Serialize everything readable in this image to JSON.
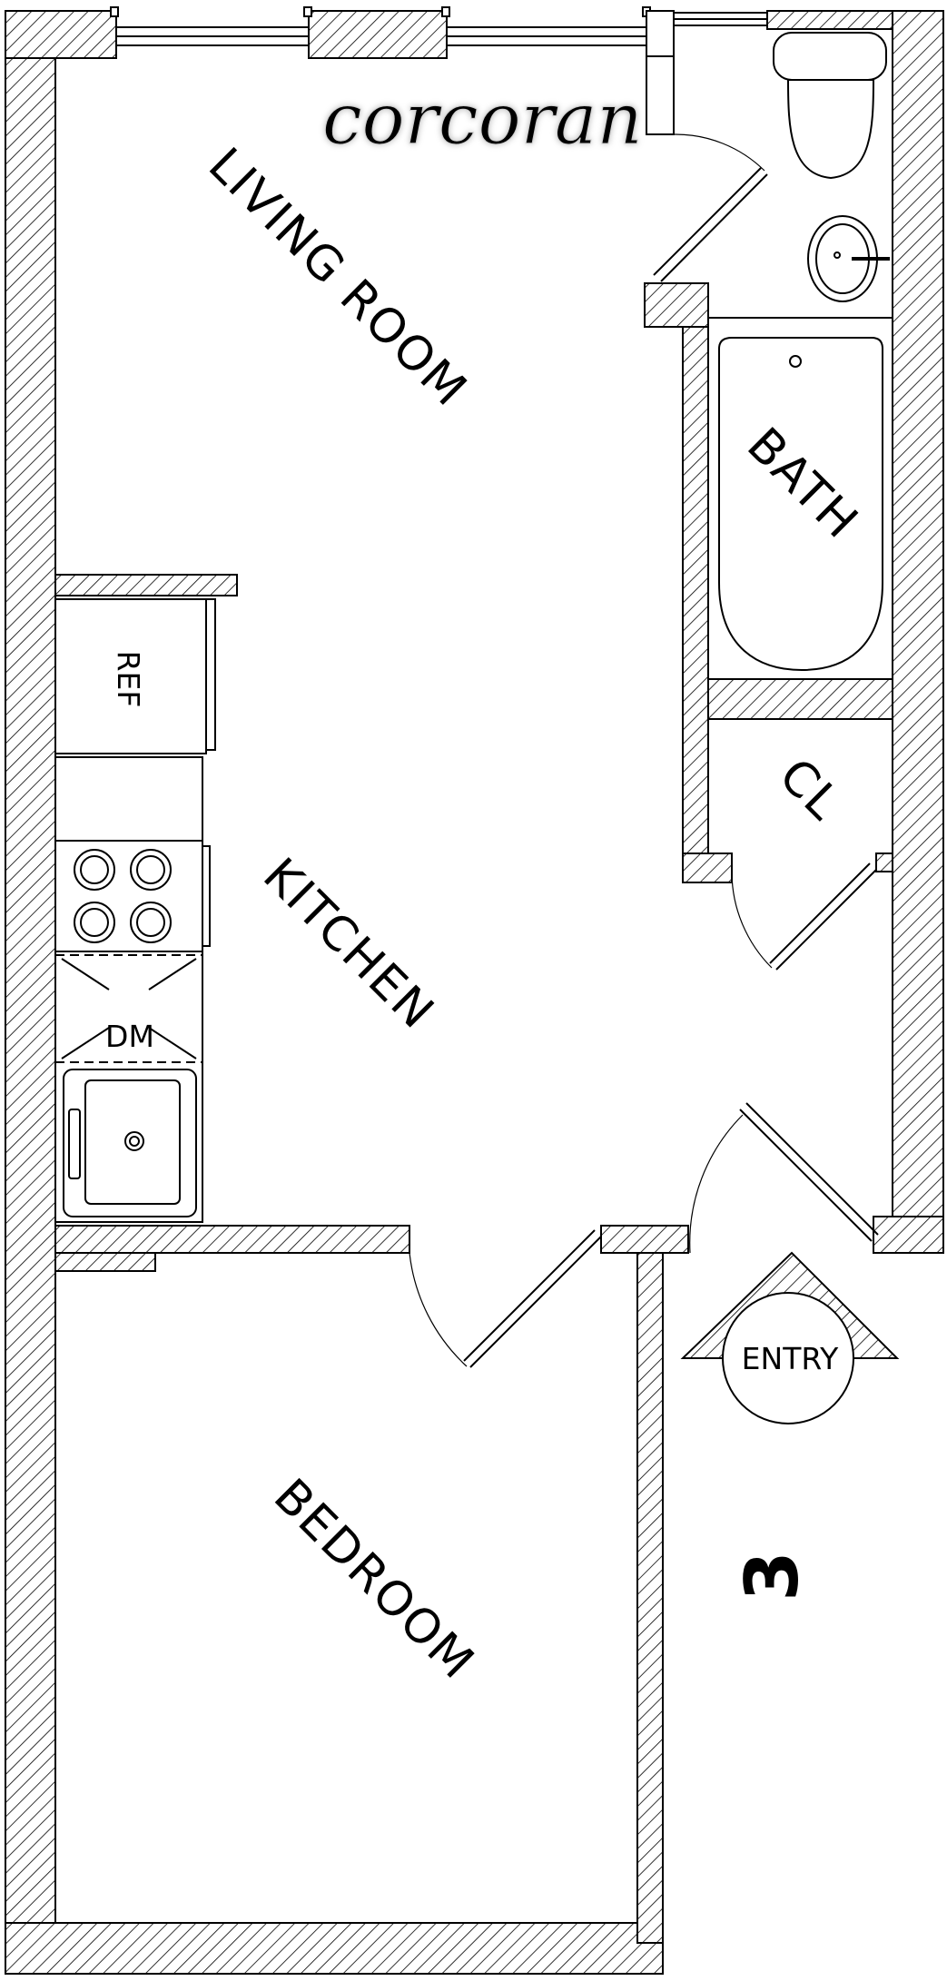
{
  "watermark": "corcoran",
  "rooms": {
    "living_room": "LIVING ROOM",
    "bath": "BATH",
    "kitchen": "KITCHEN",
    "closet": "CL",
    "bedroom": "BEDROOM"
  },
  "fixtures": {
    "refrigerator": "REF",
    "dishwasher": "DM"
  },
  "entry_label": "ENTRY",
  "unit_number": "3",
  "colors": {
    "line": "#000000",
    "background": "#ffffff",
    "watermark_fill": "#ffffff",
    "watermark_glow": "#c8c8c8"
  }
}
